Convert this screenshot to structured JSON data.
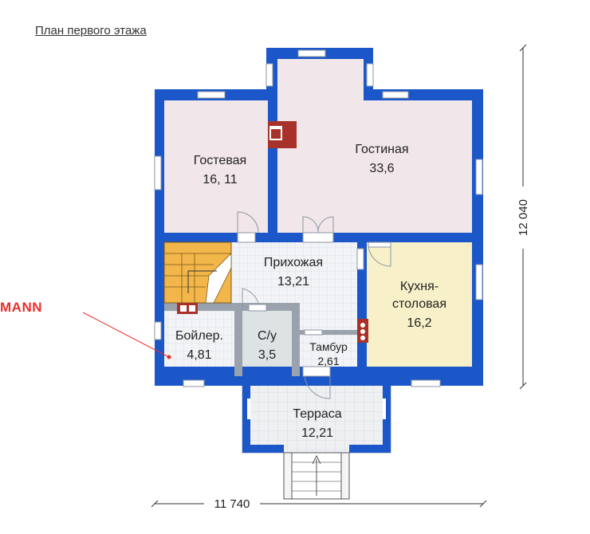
{
  "title": "План первого этажа",
  "brand": "MANN",
  "dimensions": {
    "width": "11 740",
    "height": "12 040"
  },
  "rooms": [
    {
      "id": "guest",
      "name": "Гостевая",
      "area": "16, 11"
    },
    {
      "id": "living",
      "name": "Гостиная",
      "area": "33,6"
    },
    {
      "id": "hall",
      "name": "Прихожая",
      "area": "13,21"
    },
    {
      "id": "kitchen",
      "name": "Кухня-",
      "name2": "столовая",
      "area": "16,2"
    },
    {
      "id": "boiler",
      "name": "Бойлер.",
      "area": "4,81"
    },
    {
      "id": "wc",
      "name": "С/у",
      "area": "3,5"
    },
    {
      "id": "vestibule",
      "name": "Тамбур",
      "area": "2,61"
    },
    {
      "id": "terrace",
      "name": "Терраса",
      "area": "12,21"
    }
  ],
  "colors": {
    "wall": "#1b57c8",
    "floor_pink": "#f1e6e9",
    "floor_grid": "#eef0f3",
    "kitchen": "#f7f0c8",
    "stairs": "#f2b64a",
    "fireplace": "#a8322a"
  }
}
